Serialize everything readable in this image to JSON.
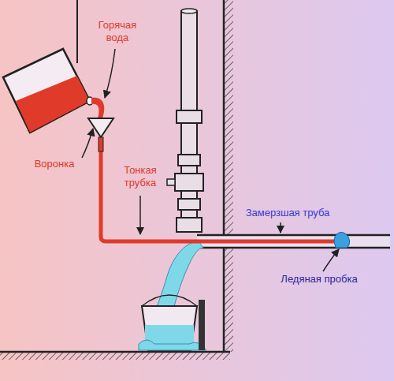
{
  "diagram": {
    "labels": [
      "Горячая вода",
      "Воронка",
      "Тонкая трубка",
      "Замерзшая труба",
      "Ледяная пробка"
    ]
  }
}
